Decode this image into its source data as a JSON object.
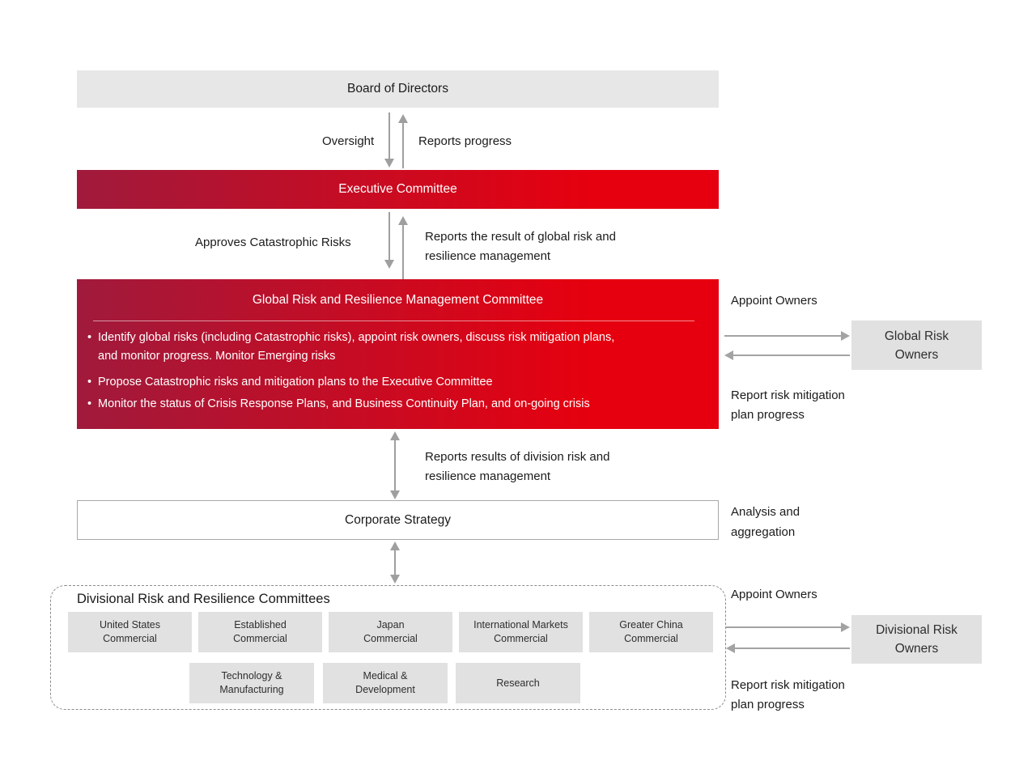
{
  "nodes": {
    "board": "Board of Directors",
    "executive": "Executive Committee",
    "global_committee": {
      "title": "Global Risk and Resilience Management Committee",
      "bullets": [
        "Identify global risks (including Catastrophic risks), appoint risk owners, discuss risk mitigation plans,\nand monitor progress. Monitor Emerging risks",
        "Propose Catastrophic risks and mitigation plans to the Executive Committee",
        "Monitor the status of Crisis Response Plans, and Business Continuity Plan, and on-going crisis"
      ]
    },
    "corporate_strategy": "Corporate Strategy",
    "global_risk_owners": "Global Risk\nOwners",
    "divisional_risk_owners": "Divisional Risk\nOwners",
    "divisional": {
      "title": "Divisional Risk and Resilience Committees",
      "row1": [
        "United States\nCommercial",
        "Established\nCommercial",
        "Japan\nCommercial",
        "International Markets\nCommercial",
        "Greater China\nCommercial"
      ],
      "row2": [
        "Technology &\nManufacturing",
        "Medical &\nDevelopment",
        "Research"
      ]
    }
  },
  "labels": {
    "oversight": "Oversight",
    "reports_progress": "Reports progress",
    "approves_catastrophic": "Approves Catastrophic Risks",
    "reports_result_global": "Reports the result of global risk and\nresilience management",
    "appoint_owners_top": "Appoint Owners",
    "report_mitigation_top": "Report risk mitigation\nplan progress",
    "reports_results_division": "Reports results of division risk and\nresilience management",
    "analysis_aggregation": "Analysis and\naggregation",
    "appoint_owners_bottom": "Appoint Owners",
    "report_mitigation_bottom": "Report risk mitigation\nplan progress"
  },
  "colors": {
    "brand_red_bright": "#e6000f",
    "brand_red_dark": "#a01a3c",
    "box_gray": "#e7e7e7",
    "sub_box_gray": "#e1e1e1",
    "arrow_gray": "#9f9f9f"
  }
}
